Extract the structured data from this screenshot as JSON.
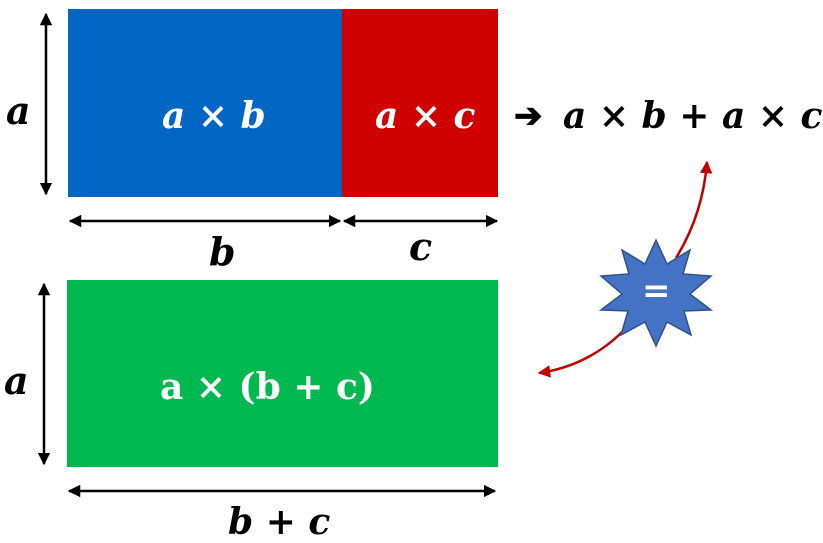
{
  "colors": {
    "blue": "#0066C4",
    "red": "#D00000",
    "green": "#00B850",
    "black": "#000000",
    "white": "#FFFFFF",
    "arc_red": "#C00000",
    "starburst": "#4472C4"
  },
  "top": {
    "left_area_label": "a × b",
    "right_area_label": "a × c",
    "side_label": "a",
    "width_label_left": "b",
    "width_label_right": "c"
  },
  "bottom": {
    "area_label": "a × (b + c)",
    "side_label": "a",
    "width_label": "b + c"
  },
  "result": {
    "arrow": "➔",
    "expression": "a × b + a × c"
  },
  "equals_badge": {
    "symbol": "="
  },
  "icons": {
    "result_arrow": "right-arrow-icon",
    "equals_badge": "starburst-icon"
  }
}
